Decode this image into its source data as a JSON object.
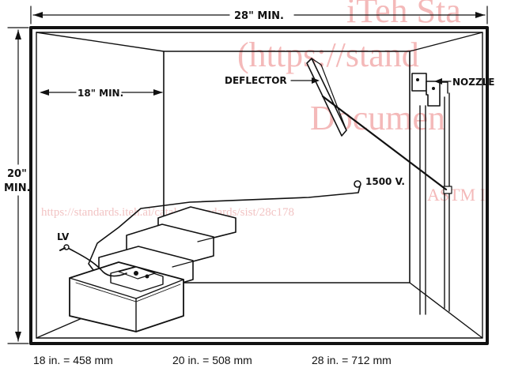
{
  "dimensions": {
    "width_label": "28\" MIN.",
    "height_label_1": "20\"",
    "height_label_2": "MIN.",
    "depth_label": "18\" MIN."
  },
  "callouts": {
    "deflector": "DEFLECTOR",
    "nozzle": "NOZZLE",
    "high_voltage": "1500 V.",
    "low_voltage": "LV"
  },
  "conversions": [
    "18 in. = 458 mm",
    "20 in. = 508 mm",
    "28 in. = 712 mm"
  ],
  "watermark": {
    "line1": "iTeh Sta",
    "line2": "(https://stand",
    "line3": "Documen",
    "line4": "ASTM I",
    "url": "https://standards.iteh.ai/catalog/standards/sist/28c178"
  },
  "colors": {
    "ink": "#111111",
    "watermark": "#f4b9b9"
  }
}
